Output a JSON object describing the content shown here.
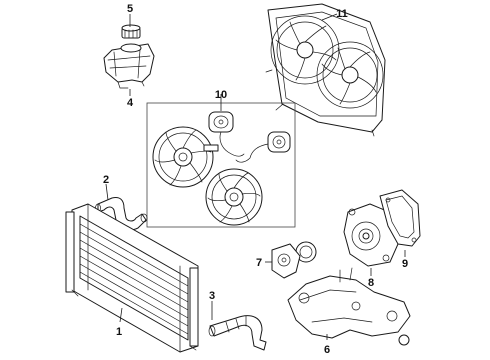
{
  "callouts": {
    "c1": "1",
    "c2": "2",
    "c3": "3",
    "c4": "4",
    "c5": "5",
    "c6": "6",
    "c7": "7",
    "c8": "8",
    "c9": "9",
    "c10": "10",
    "c11": "11"
  },
  "colors": {
    "line": "#1a1a1a",
    "background": "#ffffff",
    "box": "#444444"
  }
}
